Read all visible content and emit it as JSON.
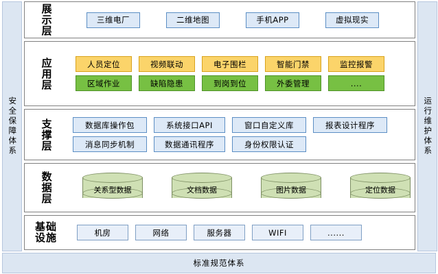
{
  "pillars": {
    "left": "安全保障体系",
    "right": "运行维护体系"
  },
  "standards_bar": {
    "label": "标准规范体系"
  },
  "layers": [
    {
      "id": "presentation",
      "label": "展示层",
      "label_style": "vertical",
      "rows": [
        {
          "style": "blue",
          "items": [
            "三维电厂",
            "二维地图",
            "手机APP",
            "虚拟现实"
          ]
        }
      ]
    },
    {
      "id": "application",
      "label": "应用层",
      "label_style": "vertical",
      "rows": [
        {
          "style": "orange",
          "items": [
            "人员定位",
            "视频联动",
            "电子围栏",
            "智能门禁",
            "监控报警"
          ]
        },
        {
          "style": "green",
          "items": [
            "区域作业",
            "缺陷隐患",
            "到岗到位",
            "外委管理",
            "...."
          ]
        }
      ]
    },
    {
      "id": "support",
      "label": "支撑层",
      "label_style": "vertical",
      "rows": [
        {
          "style": "blue",
          "items": [
            "数据库操作包",
            "系统接口API",
            "窗口自定义库",
            "报表设计程序"
          ]
        },
        {
          "style": "blue",
          "items": [
            "消息同步机制",
            "数据通讯程序",
            "身份权限认证"
          ]
        }
      ]
    },
    {
      "id": "data",
      "label": "数据层",
      "label_style": "vertical",
      "rows": [
        {
          "style": "cylinder",
          "items": [
            "关系型数据",
            "文档数据",
            "图片数据",
            "定位数据"
          ]
        }
      ]
    },
    {
      "id": "infrastructure",
      "label": "基础设施",
      "label_style": "two-line",
      "label_lines": [
        "基础",
        "设施"
      ],
      "rows": [
        {
          "style": "plain",
          "items": [
            "机房",
            "网络",
            "服务器",
            "WIFI",
            "......"
          ]
        }
      ]
    }
  ],
  "colors": {
    "pillar_fill": "#dce6f2",
    "blue_fill": "#dde9f7",
    "blue_border": "#5b8ec4",
    "orange_fill": "#fbd46a",
    "orange_border": "#d8a21c",
    "green_fill": "#77c043",
    "green_border": "#4e9227",
    "cylinder_fill": "#cfe0b4",
    "cylinder_border": "#7d8f63",
    "layer_border": "#808080"
  }
}
